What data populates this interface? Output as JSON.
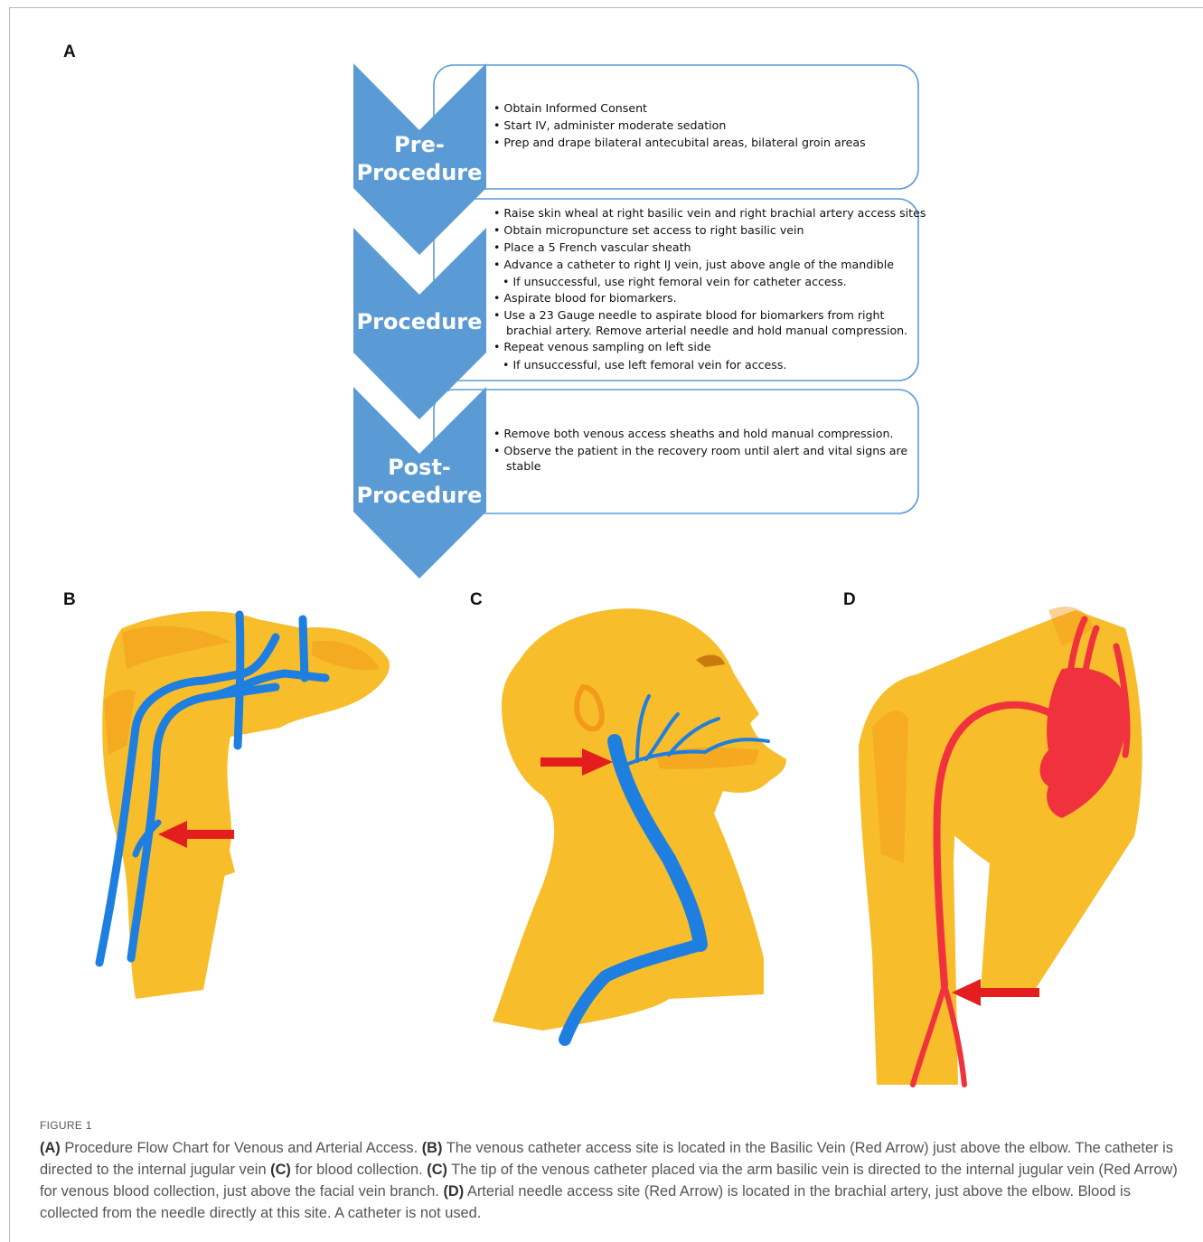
{
  "panels": {
    "a": "A",
    "b": "B",
    "c": "C",
    "d": "D"
  },
  "flowchart": {
    "stages": [
      {
        "title_lines": [
          "Pre-",
          "Procedure"
        ],
        "bullets": [
          "• Obtain Informed Consent",
          "• Start IV, administer moderate sedation",
          "• Prep and drape bilateral antecubital areas, bilateral groin areas"
        ]
      },
      {
        "title_lines": [
          "Procedure"
        ],
        "bullets": [
          "• Raise skin wheal at right basilic vein and right brachial artery access sites",
          "• Obtain micropuncture set access to right basilic vein",
          "• Place a 5 French vascular sheath",
          "• Advance a catheter to right IJ vein, just above angle of the mandible",
          "  • If unsuccessful, use right femoral vein for catheter access.",
          "• Aspirate blood for biomarkers.",
          "• Use a 23 Gauge needle to aspirate blood for biomarkers from right",
          "   brachial artery. Remove arterial needle and hold manual compression.",
          "• Repeat venous sampling on left side",
          "  • If unsuccessful, use left femoral vein for access."
        ]
      },
      {
        "title_lines": [
          "Post-",
          "Procedure"
        ],
        "bullets": [
          "• Remove both venous access sheaths and hold manual compression.",
          "• Observe the patient in the recovery room until alert and vital signs are",
          "   stable"
        ]
      }
    ]
  },
  "colors": {
    "chevron": "#5b9bd5",
    "box_border": "#5b9bd5",
    "skin": "#f7bd2a",
    "skin_shade": "#f39a1a",
    "vein": "#1e7fe0",
    "artery": "#f0323e",
    "arrow": "#e41e1e"
  },
  "caption": {
    "figure_label": "FIGURE 1",
    "parts": [
      {
        "bold": "(A)",
        "text": " Procedure Flow Chart for Venous and Arterial Access. "
      },
      {
        "bold": "(B)",
        "text": " The venous catheter access site is located in the Basilic Vein (Red Arrow) just above the elbow. The catheter is directed to the internal jugular vein "
      },
      {
        "bold": "(C)",
        "text": " for blood collection. "
      },
      {
        "bold": "(C)",
        "text": " The tip of the venous catheter placed via the arm basilic vein is directed to the internal jugular vein (Red Arrow) for venous blood collection, just above the facial vein branch. "
      },
      {
        "bold": "(D)",
        "text": " Arterial needle access site (Red Arrow) is located in the brachial artery, just above the elbow. Blood is collected from the needle directly at this site. A catheter is not used."
      }
    ]
  }
}
